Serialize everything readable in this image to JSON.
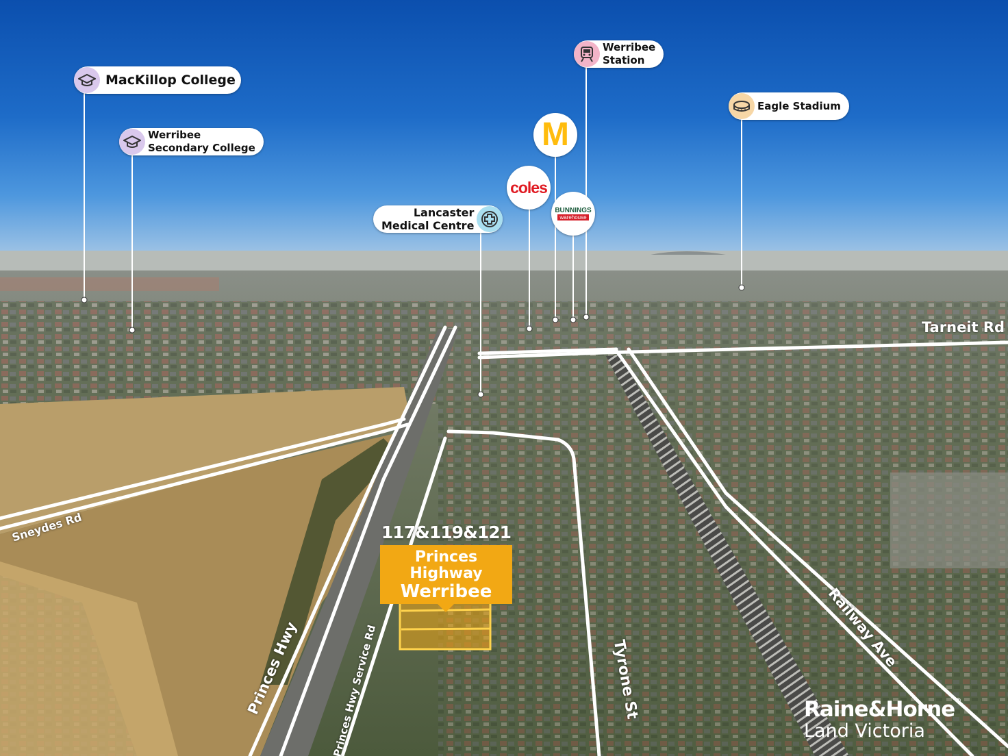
{
  "pois": {
    "mackillop": {
      "label": "MacKillop College",
      "icon": "graduation-cap-icon",
      "color": "#d9c8ec"
    },
    "werribee_secondary": {
      "line1": "Werribee",
      "line2": "Secondary College",
      "icon": "graduation-cap-icon",
      "color": "#d9c8ec"
    },
    "werribee_station": {
      "line1": "Werribee",
      "line2": "Station",
      "icon": "train-icon",
      "color": "#f3b4c8"
    },
    "eagle_stadium": {
      "label": "Eagle Stadium",
      "icon": "stadium-icon",
      "color": "#f7d7a6"
    },
    "lancaster_medical": {
      "line1": "Lancaster",
      "line2": "Medical Centre",
      "icon": "medical-cross-icon",
      "color": "#a9dff0"
    }
  },
  "logos": {
    "mcdonalds": {
      "label": "M",
      "icon": "mcdonalds-logo-icon",
      "color": "#ffbc0d"
    },
    "coles": {
      "label": "coles",
      "icon": "coles-logo-icon",
      "color": "#e01a22"
    },
    "bunnings": {
      "line1": "BUNNINGS",
      "line2": "warehouse",
      "icon": "bunnings-logo-icon",
      "color": "#d6202a"
    }
  },
  "roads": {
    "tarneit": "Tarneit Rd",
    "sneydes": "Sneydes Rd",
    "princes_hwy": "Princes Hwy",
    "service_rd": "Princes Hwy Service Rd",
    "tyrone": "Tyrone St",
    "railway": "Railway Ave"
  },
  "property": {
    "address": "117&119&121",
    "street": "Princes Highway",
    "suburb": "Werribee",
    "accent": "#f2a814"
  },
  "brand": {
    "line1": "Raine&Horne",
    "mark": "®",
    "line2": "Land Victoria"
  }
}
